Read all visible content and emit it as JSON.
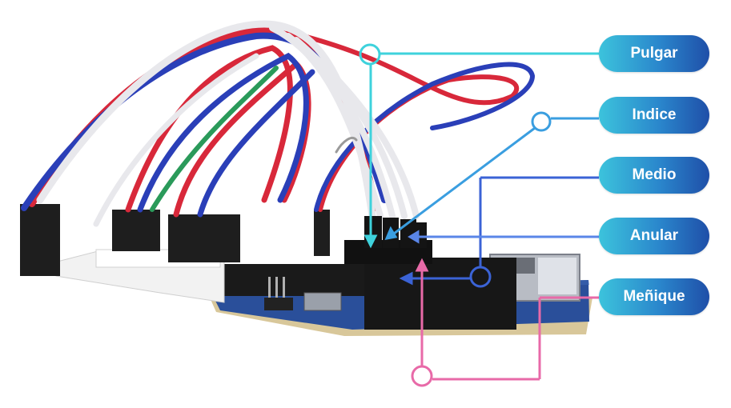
{
  "labels": {
    "pulgar": "Pulgar",
    "indice": "Indice",
    "medio": "Medio",
    "anular": "Anular",
    "menique": "Meñique"
  },
  "colors": {
    "pulgar": "#3ed2dc",
    "indice": "#3a9ee0",
    "medio": "#3b63d6",
    "anular": "#5a86e8",
    "menique": "#e86aa8",
    "board": "#2a4f9a",
    "header": "#1a1a1a",
    "wire_red": "#d8283a",
    "wire_blue": "#2a3fb8",
    "wire_white": "#e8e8ec",
    "wire_green": "#2a9a5a"
  }
}
